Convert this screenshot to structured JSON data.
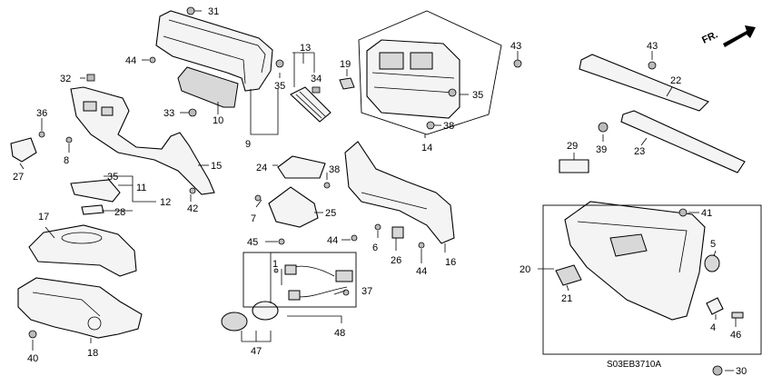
{
  "diagram": {
    "code": "S03EB3710A",
    "direction_label": "FR.",
    "callouts": [
      "1",
      "4",
      "5",
      "6",
      "7",
      "8",
      "9",
      "10",
      "11",
      "12",
      "13",
      "14",
      "15",
      "16",
      "17",
      "18",
      "19",
      "20",
      "21",
      "22",
      "23",
      "24",
      "25",
      "26",
      "27",
      "28",
      "29",
      "30",
      "31",
      "32",
      "33",
      "34",
      "35",
      "35",
      "35",
      "35",
      "36",
      "37",
      "38",
      "38",
      "39",
      "40",
      "41",
      "42",
      "43",
      "43",
      "44",
      "44",
      "44",
      "45",
      "46",
      "47",
      "48"
    ]
  }
}
